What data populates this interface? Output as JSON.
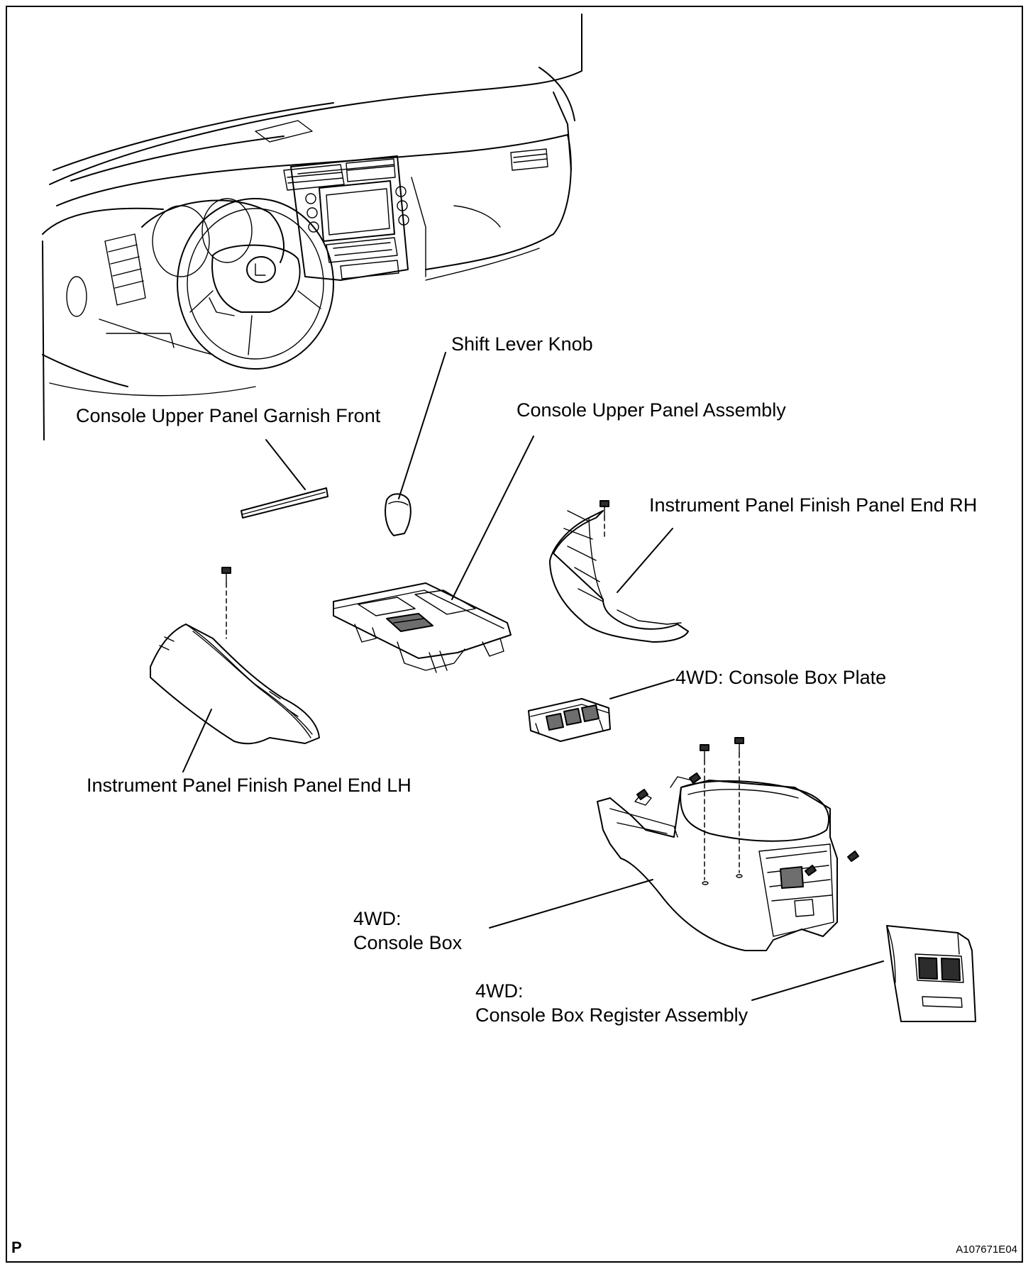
{
  "labels": {
    "shift_lever_knob": "Shift Lever Knob",
    "console_upper_panel_garnish_front": "Console Upper Panel Garnish Front",
    "console_upper_panel_assembly": "Console Upper Panel Assembly",
    "instrument_panel_finish_panel_end_rh": "Instrument Panel Finish Panel End RH",
    "console_box_plate": "4WD: Console Box Plate",
    "instrument_panel_finish_panel_end_lh": "Instrument Panel Finish Panel End LH",
    "console_box_line1": "4WD:",
    "console_box_line2": "Console Box",
    "console_box_register_line1": "4WD:",
    "console_box_register_line2": "Console Box Register Assembly"
  },
  "footer": {
    "page_letter": "P",
    "figure_code": "A107671E04"
  }
}
